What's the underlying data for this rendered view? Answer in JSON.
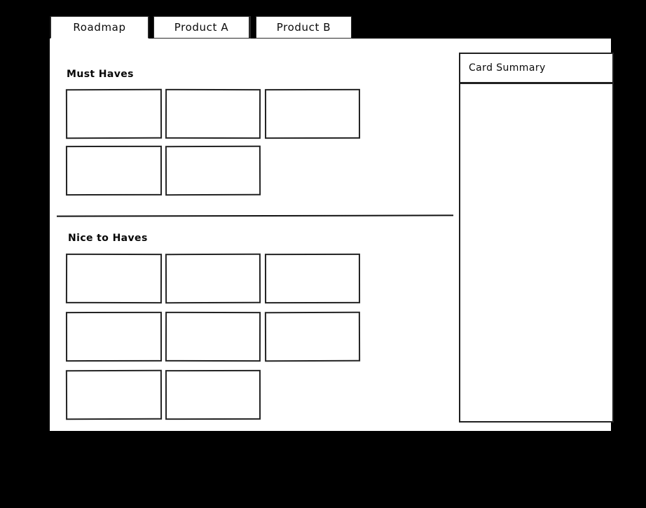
{
  "window": {
    "background_color": "#000000",
    "surface_color": "#ffffff",
    "stroke_color": "#232323"
  },
  "tabs": [
    {
      "label": "Roadmap",
      "active": true,
      "name": "tab-roadmap"
    },
    {
      "label": "Product A",
      "active": false,
      "name": "tab-product-a"
    },
    {
      "label": "Product B",
      "active": false,
      "name": "tab-product-b"
    }
  ],
  "sections": [
    {
      "title": "Must Haves",
      "rows": [
        {
          "cards": [
            "",
            "",
            ""
          ]
        },
        {
          "cards": [
            "",
            ""
          ]
        }
      ]
    },
    {
      "title": "Nice to Haves",
      "rows": [
        {
          "cards": [
            "",
            "",
            ""
          ]
        },
        {
          "cards": [
            "",
            "",
            ""
          ]
        },
        {
          "cards": [
            "",
            ""
          ]
        }
      ]
    }
  ],
  "summary_panel": {
    "title": "Card Summary",
    "body_text": ""
  }
}
